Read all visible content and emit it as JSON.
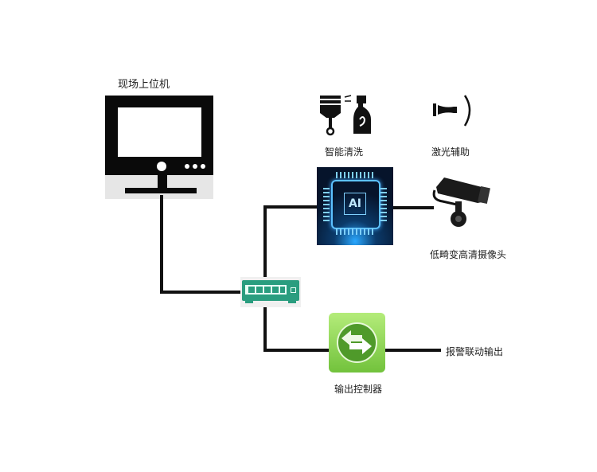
{
  "labels": {
    "host": "现场上位机",
    "cleaning": "智能清洗",
    "laser": "激光辅助",
    "camera": "低畸变高清摄像头",
    "alarm": "报警联动输出",
    "controller": "输出控制器",
    "ai_chip": "AI"
  },
  "colors": {
    "switch": "#2a9d7f",
    "controller": "#8fd45a",
    "chip_bg": "#06142b",
    "chip_glow": "#3fa9ff"
  }
}
